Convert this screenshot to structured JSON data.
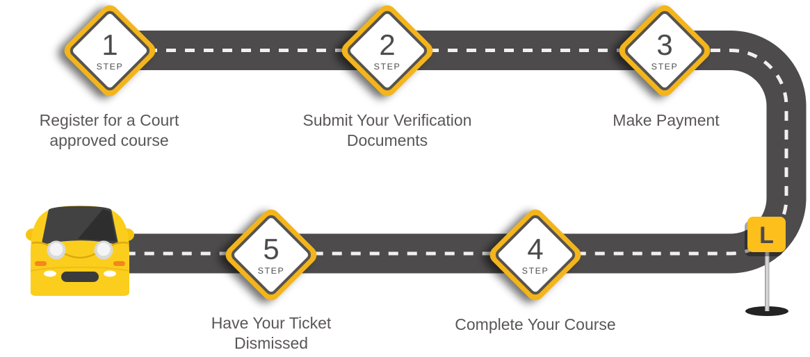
{
  "figure": {
    "title_semantic": "5-step course roadmap infographic",
    "steps": [
      {
        "number": "1",
        "badge": "STEP",
        "title": "Register for a Court\napproved course"
      },
      {
        "number": "2",
        "badge": "STEP",
        "title": "Submit Your Verification\nDocuments"
      },
      {
        "number": "3",
        "badge": "STEP",
        "title": "Make Payment"
      },
      {
        "number": "4",
        "badge": "STEP",
        "title": "Complete Your Course"
      },
      {
        "number": "5",
        "badge": "STEP",
        "title": "Have Your Ticket\nDismissed"
      }
    ],
    "finish_sign": {
      "letter": "L"
    },
    "colors": {
      "road": "#4D4B4B",
      "road_dash": "#F0F0F0",
      "diamond_yellow": "#F3B51B",
      "diamond_inner_border": "#57534E",
      "sign_yellow": "#FCBF1B",
      "car_yellow": "#FBCE1D",
      "label_text": "#5A5656",
      "number_text": "#4A4A4A"
    }
  }
}
